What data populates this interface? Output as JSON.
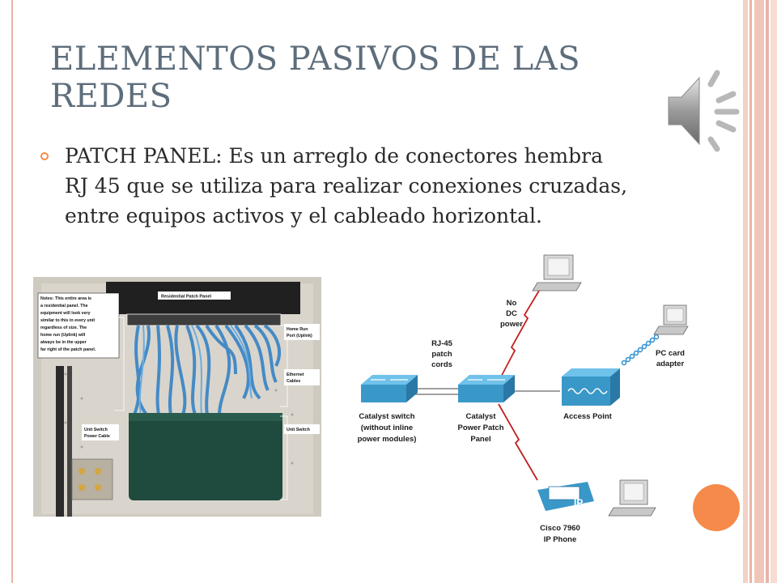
{
  "slide": {
    "title": "ELEMENTOS PASIVOS DE LAS REDES",
    "bullet": "PATCH PANEL: Es un arreglo de conectores hembra RJ 45  que se utiliza para realizar conexiones cruzadas, entre equipos activos y el cableado horizontal."
  },
  "photo": {
    "notes": [
      "Notes: This entire area is",
      "a residential panel. The",
      "equipment will look very",
      "similar to this in every unit",
      "regardless of size. The",
      "home run (Uplink) will",
      "always be in the upper",
      "far right of the patch panel."
    ],
    "residential_patch_panel": "Residential Patch Panel",
    "home_run_1": "Home Run",
    "home_run_2": "Port (Uplink)",
    "ethernet_1": "Ethernet",
    "ethernet_2": "Cables",
    "unit_switch": "Unit Switch",
    "unit_switch_power_1": "Unit Switch",
    "unit_switch_power_2": "Power Cable"
  },
  "diagram": {
    "no_dc_power": [
      "No",
      "DC",
      "power"
    ],
    "rj45": [
      "RJ-45",
      "patch",
      "cords"
    ],
    "pc_card": [
      "PC card",
      "adapter"
    ],
    "access_point": "Access Point",
    "catalyst_switch": [
      "Catalyst switch",
      "(without inline",
      "power modules)"
    ],
    "catalyst_ppp": [
      "Catalyst",
      "Power Patch",
      "Panel"
    ],
    "cisco_phone": [
      "Cisco 7960",
      "IP Phone"
    ],
    "ip_badge": "IP"
  },
  "colors": {
    "title": "#5d6d7b",
    "accent": "#f58a4a",
    "frame": "#e8b4a6",
    "diagram_blue": "#3a98c8"
  },
  "icons": {
    "speaker": "speaker-icon"
  }
}
